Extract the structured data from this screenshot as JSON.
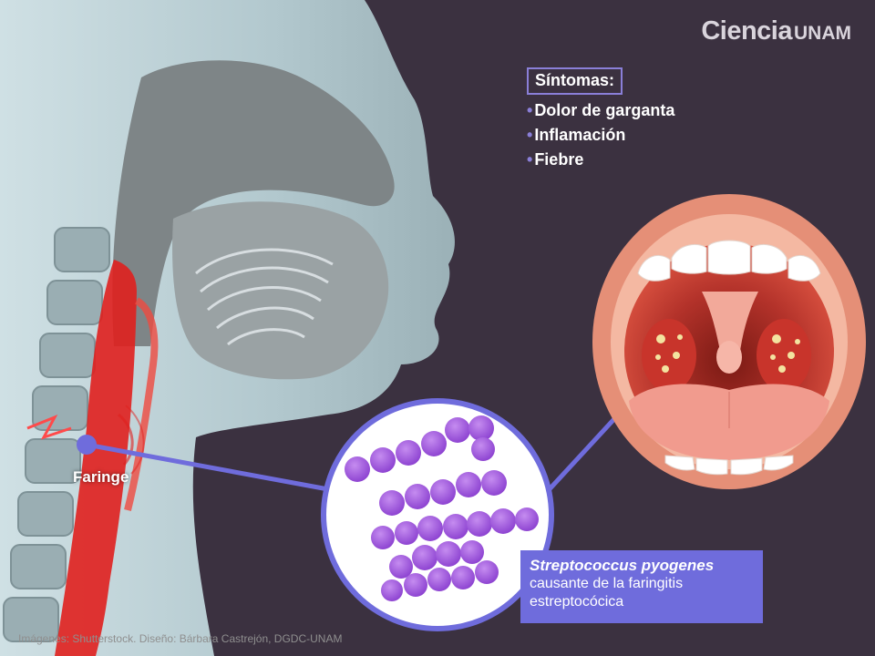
{
  "brand": {
    "name": "Ciencia",
    "suffix": "UNAM"
  },
  "symptoms": {
    "title": "Síntomas:",
    "items": [
      "Dolor de garganta",
      "Inflamación",
      "Fiebre"
    ]
  },
  "labels": {
    "pharynx": "Faringe"
  },
  "bacteria": {
    "name": "Streptococcus pyogenes",
    "description_line1": "causante de la faringitis",
    "description_line2": "estreptocócica"
  },
  "credits": "Imágenes: Shutterstock. Diseño: Bárbara Castrejón, DGDC-UNAM",
  "colors": {
    "background": "#3b3140",
    "accent": "#6f6cdc",
    "inflamed_red": "#e0201e",
    "bacteria_purple": "#9b4fd6",
    "lips": "#e58f77"
  }
}
